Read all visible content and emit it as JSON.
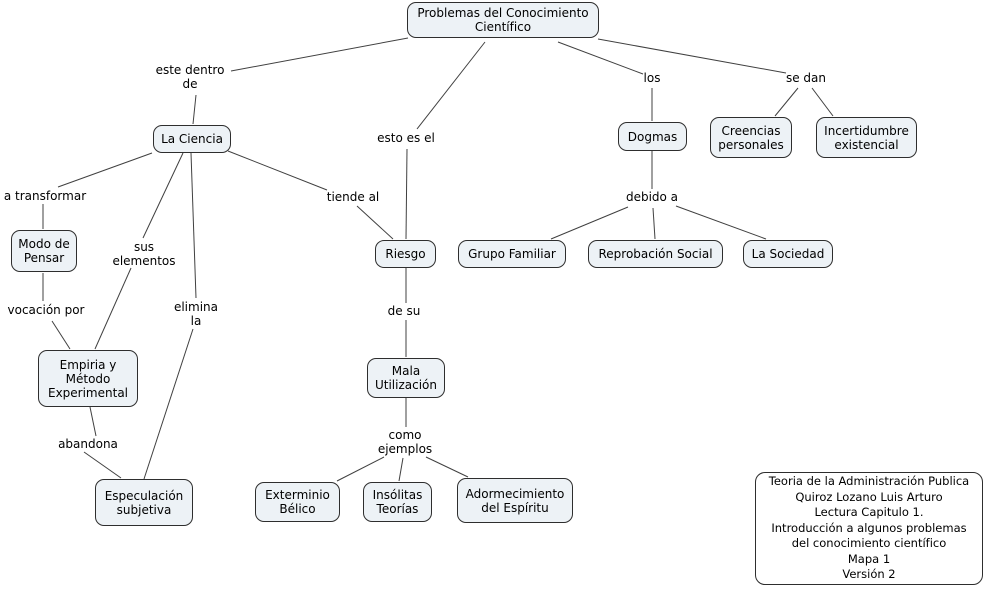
{
  "colors": {
    "canvas_bg": "#ffffff",
    "node_fill": "#edf2f6",
    "node_border": "#2e2e2e",
    "line_color": "#404040",
    "text_color": "#000000",
    "info_fill": "#ffffff"
  },
  "concepts": {
    "problemas": "Problemas del Conocimiento Científico",
    "la_ciencia": "La Ciencia",
    "dogmas": "Dogmas",
    "creencias_personales": "Creencias personales",
    "incertidumbre_existencial": "Incertidumbre existencial",
    "modo_de_pensar": "Modo de Pensar",
    "riesgo": "Riesgo",
    "grupo_familiar": "Grupo Familiar",
    "reprobacion_social": "Reprobación Social",
    "la_sociedad": "La Sociedad",
    "empiria_metodo_experimental": "Empiria y Método Experimental",
    "mala_utilizacion": "Mala Utilización",
    "especulacion_subjetiva": "Especulación subjetiva",
    "exterminio_belico": "Exterminio Bélico",
    "insolitas_teorias": "Insólitas Teorías",
    "adormecimiento_espiritu": "Adormecimiento del Espíritu"
  },
  "linking_phrases": {
    "este_dentro_de": "este dentro de",
    "esto_es_el": "esto es el",
    "los": "los",
    "se_dan": "se dan",
    "a_transformar": "a transformar",
    "tiende_al": "tiende al",
    "debido_a": "debido a",
    "sus_elementos": "sus elementos",
    "elimina_la": "elimina la",
    "vocacion_por": "vocación por",
    "de_su": "de su",
    "abandona": "abandona",
    "como_ejemplos": "como ejemplos"
  },
  "info_box": {
    "lines": [
      "Teoria de la Administración Publica",
      "Quiroz Lozano Luis Arturo",
      "Lectura Capitulo 1.",
      "Introducción a algunos problemas",
      "del conocimiento científico",
      "Mapa 1",
      "Versión 2"
    ]
  }
}
